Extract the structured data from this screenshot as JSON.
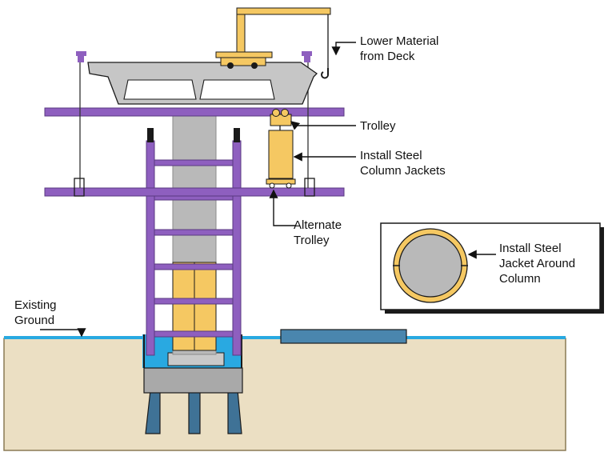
{
  "labels": {
    "lower_material_1": "Lower Material",
    "lower_material_2": "from Deck",
    "trolley": "Trolley",
    "install_jackets_1": "Install Steel",
    "install_jackets_2": "Column Jackets",
    "alternate_trolley_1": "Alternate",
    "alternate_trolley_2": "Trolley",
    "existing_ground_1": "Existing",
    "existing_ground_2": "Ground",
    "inset_1": "Install Steel",
    "inset_2": "Jacket Around",
    "inset_3": "Column"
  },
  "colors": {
    "purple": "#8E5FBF",
    "gold": "#F5C862",
    "gray": "#B9B9B9",
    "ground": "#EBDFC3",
    "water": "#29A9E1",
    "pile": "#3F7296",
    "dark_line": "#1A1A1A"
  },
  "icons": [
    "crane-icon",
    "hook-icon",
    "trolley-icon",
    "column-jacket-icon",
    "pile-icon"
  ]
}
